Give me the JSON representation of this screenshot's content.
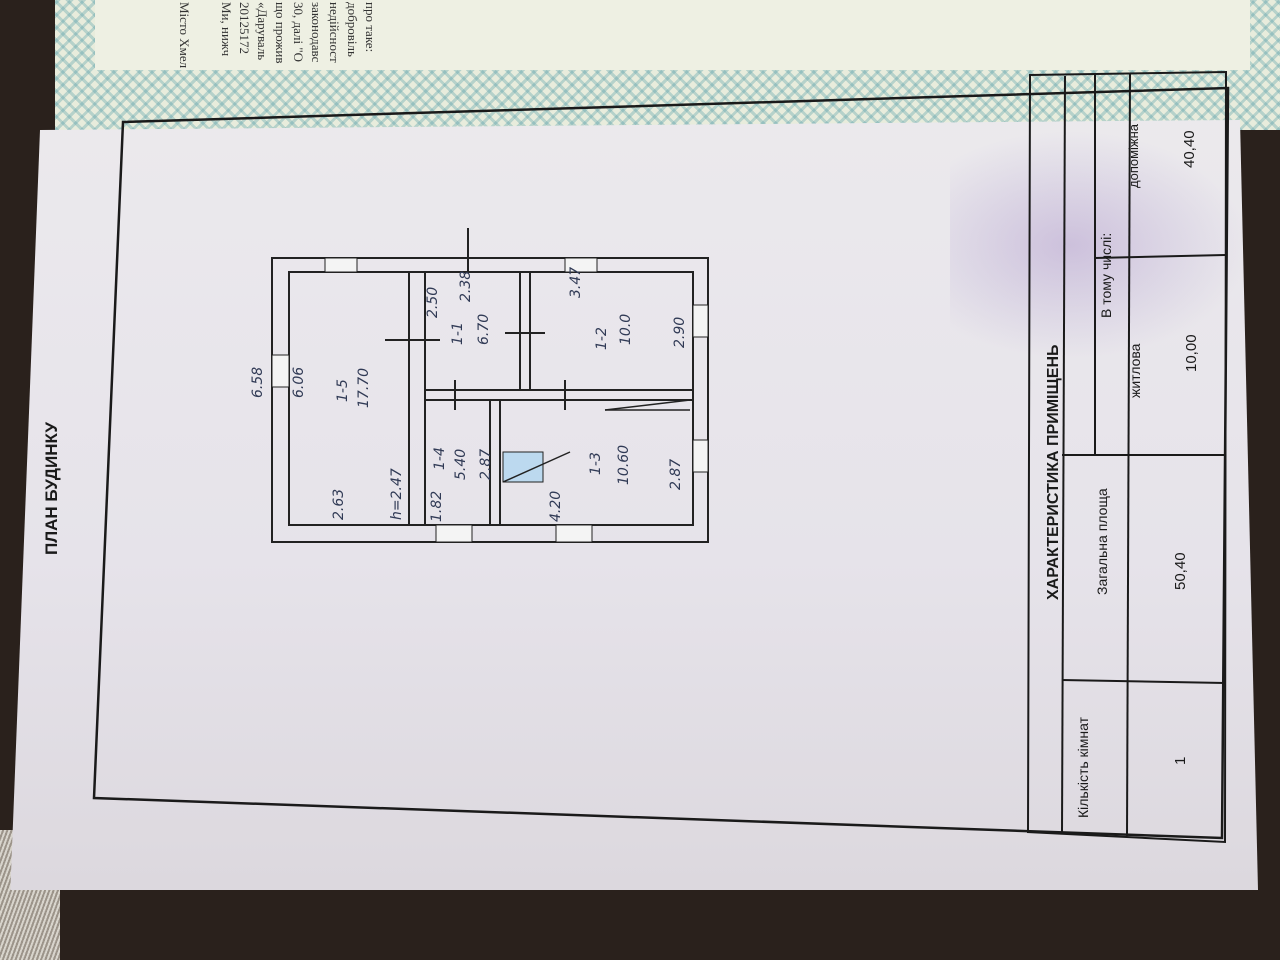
{
  "certificate": {
    "lines": [
      "Місто Хмел",
      "Ми, нижч",
      "20125172",
      "«Даруваль",
      "що прожив",
      "30, далі \"О",
      "законодавс",
      "недійсност",
      "добровіль",
      "про таке:"
    ]
  },
  "plan": {
    "title": "ПЛАН БУДИНКУ",
    "overall_dimension": "6.58",
    "rooms": [
      {
        "id": "1-1",
        "area": "6.70",
        "dim_a": "2.50",
        "dim_b": "2.38"
      },
      {
        "id": "1-2",
        "area": "10.0",
        "dim_a": "2.90",
        "dim_b": "3.47"
      },
      {
        "id": "1-3",
        "area": "10.60",
        "dim_a": "2.87",
        "dim_b": "4.20"
      },
      {
        "id": "1-4",
        "area": "5.40",
        "dim_a": "2.87",
        "dim_b": "1.82"
      },
      {
        "id": "1-5",
        "area": "17.70",
        "dim_a": "6.06",
        "dim_b": "2.63"
      }
    ],
    "height_note": "h=2.47"
  },
  "characteristics": {
    "title": "ХАРАКТЕРИСТИКА ПРИМІЩЕНЬ",
    "col_rooms": "Кількість кімнат",
    "col_total": "Загальна площа",
    "col_including": "В тому числі:",
    "col_living": "житлова",
    "col_aux": "допоміжна",
    "rooms_count": "1",
    "total_area": "50,40",
    "living_area": "10,00",
    "aux_area": "40,40"
  }
}
